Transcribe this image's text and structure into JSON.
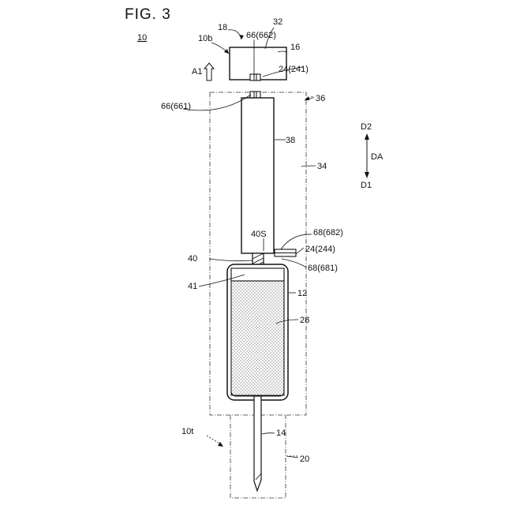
{
  "figure": {
    "title": "FIG. 3",
    "device_ref": "10"
  },
  "labels": {
    "l18": "18",
    "l32": "32",
    "l10b": "10b",
    "l66_662": "66(662)",
    "l16": "16",
    "lA1": "A1",
    "l24_241": "24(241)",
    "l36": "36",
    "l66_661": "66(661)",
    "lD2": "D2",
    "lDA": "DA",
    "lD1": "D1",
    "l38": "38",
    "l34": "34",
    "l40S": "40S",
    "l68_682": "68(682)",
    "l40": "40",
    "l24_244": "24(244)",
    "l68_681": "68(681)",
    "l41": "41",
    "l12": "12",
    "l28": "28",
    "l10t": "10t",
    "l14": "14",
    "l20": "20"
  }
}
